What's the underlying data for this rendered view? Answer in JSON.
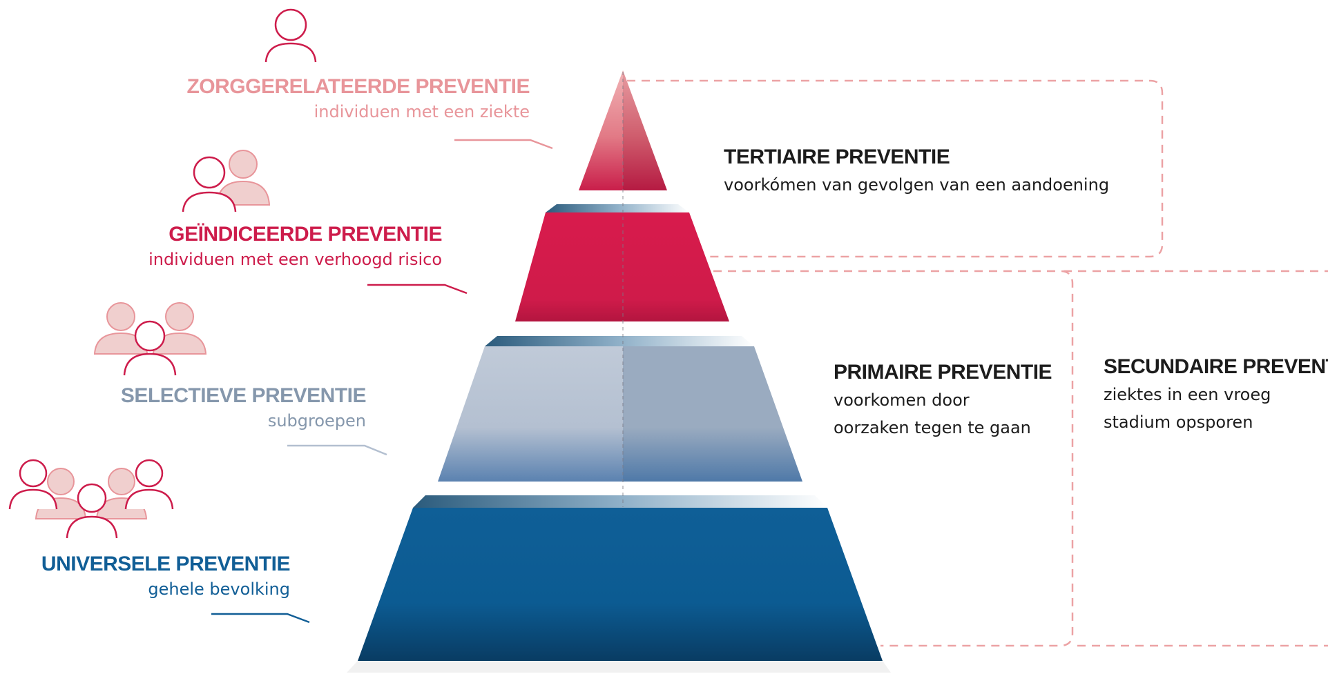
{
  "colors": {
    "zorg": "#e8959a",
    "geindiceerd": "#cd1c4b",
    "selectief": "#8597ac",
    "universeel": "#115e96",
    "dash": "#eca2a4",
    "text_dark": "#1c1c1c"
  },
  "left_levels": [
    {
      "title": "ZORGGERELATEERDE PREVENTIE",
      "subtitle": "individuen met een ziekte",
      "icon": "single-person-icon"
    },
    {
      "title": "GEÏNDICEERDE PREVENTIE",
      "subtitle": "individuen met een verhoogd risico",
      "icon": "two-people-icon"
    },
    {
      "title": "SELECTIEVE PREVENTIE",
      "subtitle": "subgroepen",
      "icon": "three-people-icon"
    },
    {
      "title": "UNIVERSELE PREVENTIE",
      "subtitle": "gehele bevolking",
      "icon": "group-people-icon"
    }
  ],
  "right_types": {
    "tertiair": {
      "title": "TERTIAIRE PREVENTIE",
      "desc": [
        "voorkómen van gevolgen van een aandoening"
      ]
    },
    "primair": {
      "title": "PRIMAIRE PREVENTIE",
      "desc": [
        "voorkomen door",
        "oorzaken tegen te gaan"
      ]
    },
    "secundair": {
      "title": "SECUNDAIRE PREVENTIE",
      "desc": [
        "ziektes in een vroeg",
        "stadium opsporen"
      ]
    }
  }
}
